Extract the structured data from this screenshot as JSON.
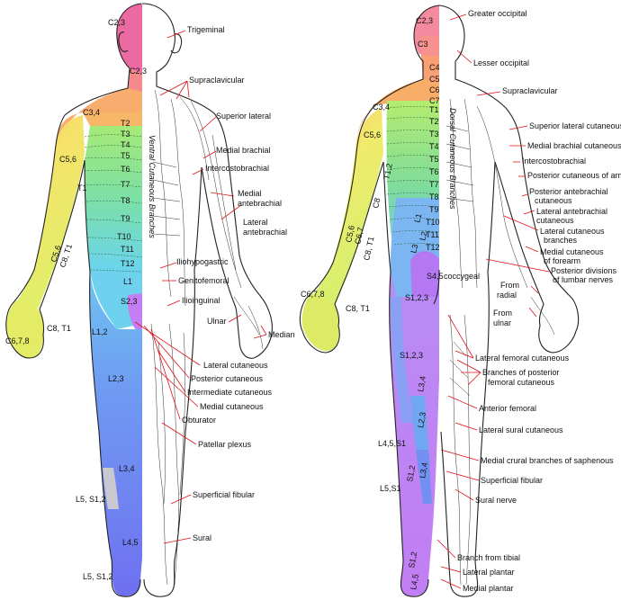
{
  "front": {
    "segments": {
      "c23_head": "C2,3",
      "c23_neck": "C2,3",
      "c34": "C3,4",
      "c56": "C5,6",
      "t1": "T1",
      "t2": "T2",
      "t3": "T3",
      "t4": "T4",
      "t5": "T5",
      "t6": "T6",
      "t7": "T7",
      "t8": "T8",
      "t9": "T9",
      "t10": "T10",
      "t11": "T11",
      "t12": "T12",
      "l1": "L1",
      "s23": "S2,3",
      "l12": "L1,2",
      "l23": "L2,3",
      "l34": "L3,4",
      "l45": "L4,5",
      "l5s12a": "L5, S1,2",
      "l5s12b": "L5, S1,2",
      "c56arm": "C5,6",
      "c8t1arm": "C8, T1",
      "c8t1hand": "C8, T1",
      "c678": "C6,7,8"
    },
    "nerves": {
      "trigeminal": "Trigeminal",
      "supraclavicular": "Supraclavicular",
      "superior_lateral": "Superior lateral",
      "medial_brachial": "Medial brachial",
      "intercostobrachial": "Intercostobrachial",
      "medial_antebrachial_1": "Medial",
      "medial_antebrachial_2": "antebrachial",
      "lateral_antebrachial_1": "Lateral",
      "lateral_antebrachial_2": "antebrachial",
      "iliohypogastric": "Iliohypogastric",
      "genitofemoral": "Genitofemoral",
      "ilioinguinal": "Ilioinguinal",
      "ulnar": "Ulnar",
      "median": "Median",
      "lateral_cutaneous": "Lateral cutaneous",
      "posterior_cutaneous": "Posterior cutaneous",
      "intermediate_cutaneous": "Intermediate cutaneous",
      "medial_cutaneous": "Medial cutaneous",
      "obturator": "Obturator",
      "patellar_plexus": "Patellar plexus",
      "superficial_fibular": "Superficial fibular",
      "sural": "Sural"
    },
    "vertical_caption": "Ventral Cutaneous Branches"
  },
  "back": {
    "segments": {
      "c23": "C2,3",
      "c3": "C3",
      "c4": "C4",
      "c5": "C5",
      "c6": "C6",
      "c7": "C7",
      "c34": "C3,4",
      "c56": "C5,6",
      "t1": "T1",
      "t2": "T2",
      "t3": "T3",
      "t4": "T4",
      "t5": "T5",
      "t6": "T6",
      "t7": "T7",
      "t8": "T8",
      "t9": "T9",
      "t10": "T10",
      "t11": "T11",
      "t12": "T12",
      "l1": "L1",
      "l2": "L2",
      "l3": "L3",
      "t12arm": "T1,2",
      "c8": "C8",
      "c56arm": "C5,6",
      "c67arm": "C6,7",
      "c8t1arm": "C8, T1",
      "c8t1hand": "C8, T1",
      "c678": "C6,7,8",
      "s45": "S4,5",
      "coccygeal": "coccygeal",
      "s123a": "S1,2,3",
      "s123b": "S1,2,3",
      "l34": "L3,4",
      "l23": "L2,3",
      "l34b": "L3,4",
      "l4s1": "L4,5,S1",
      "s12a": "S1,2",
      "l5s1": "L5,S1",
      "s12b": "S1,2",
      "l45": "L4,5"
    },
    "nerves": {
      "greater_occipital": "Greater occipital",
      "lesser_occipital": "Lesser occipital",
      "supraclavicular": "Supraclavicular",
      "superior_lateral_cutaneous": "Superior lateral cutaneous",
      "medial_brachial_cutaneous": "Medial brachial cutaneous",
      "intercostobrachial": "Intercostobrachial",
      "posterior_cutaneous_arm": "Posterior cutaneous of arm",
      "posterior_antebrachial_1": "Posterior antebrachial",
      "posterior_antebrachial_2": "cutaneous",
      "lateral_antebrachial_1": "Lateral antebrachial",
      "lateral_antebrachial_2": "cutaneous",
      "lateral_cutaneous_branches_1": "Lateral cutaneous",
      "lateral_cutaneous_branches_2": "branches",
      "medial_cutaneous_forearm_1": "Medial cutaneous",
      "medial_cutaneous_forearm_2": "of forearm",
      "posterior_divisions_1": "Posterior divisions",
      "posterior_divisions_2": "of lumbar nerves",
      "from_radial_1": "From",
      "from_radial_2": "radial",
      "from_ulnar_1": "From",
      "from_ulnar_2": "ulnar",
      "lateral_femoral_cutaneous": "Lateral femoral cutaneous",
      "branches_posterior_femoral_1": "Branches of posterior",
      "branches_posterior_femoral_2": "femoral cutaneous",
      "anterior_femoral": "Anterior femoral",
      "lateral_sural_cutaneous": "Lateral sural cutaneous",
      "medial_crural": "Medial crural branches of saphenous",
      "superficial_fibular": "Superficial fibular",
      "sural_nerve": "Sural nerve",
      "branch_from_tibial": "Branch from tibial",
      "lateral_plantar": "Lateral plantar",
      "medial_plantar": "Medial plantar"
    },
    "vertical_caption": "Dorsal Cutaneous Branches"
  },
  "colors": {
    "pink": "#ec6aa2",
    "salmon": "#f7a06e",
    "orange_light": "#f8b560",
    "yellow": "#f6ea6a",
    "lime": "#c8ee70",
    "green": "#8fe27c",
    "cyan": "#6bd6ee",
    "sky": "#6fb4f0",
    "blue": "#7a8ef4",
    "indigo": "#6a6ff0",
    "violet": "#c484f6",
    "purple": "#b875f2",
    "grey": "#c9c9cf",
    "leader": "#e0101a"
  }
}
